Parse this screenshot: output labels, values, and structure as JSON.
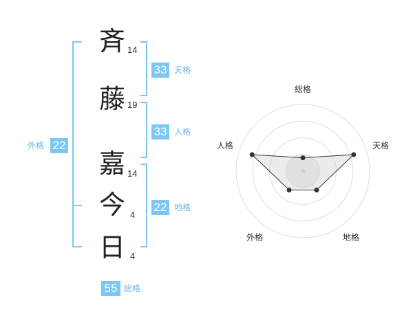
{
  "name": {
    "chars": [
      {
        "char": "斉",
        "strokes": "14"
      },
      {
        "char": "藤",
        "strokes": "19"
      },
      {
        "char": "嘉",
        "strokes": "14"
      },
      {
        "char": "今",
        "strokes": "4"
      },
      {
        "char": "日",
        "strokes": "4"
      }
    ]
  },
  "kakusu": {
    "tenkaku": {
      "value": "33",
      "label": "天格"
    },
    "jinkaku": {
      "value": "33",
      "label": "人格"
    },
    "chikaku": {
      "value": "22",
      "label": "地格"
    },
    "gaikaku": {
      "value": "22",
      "label": "外格"
    },
    "soukaku": {
      "value": "55",
      "label": "総格"
    }
  },
  "colors": {
    "accent": "#7cc7f3",
    "bracket": "#7cc7f3",
    "label": "#6ab7ea"
  },
  "chart_data": {
    "type": "radar",
    "axes": [
      "総格",
      "天格",
      "地格",
      "外格",
      "人格"
    ],
    "values": [
      0.2,
      0.8,
      0.35,
      0.35,
      0.8
    ],
    "range": [
      0,
      1
    ],
    "rings": 4
  }
}
